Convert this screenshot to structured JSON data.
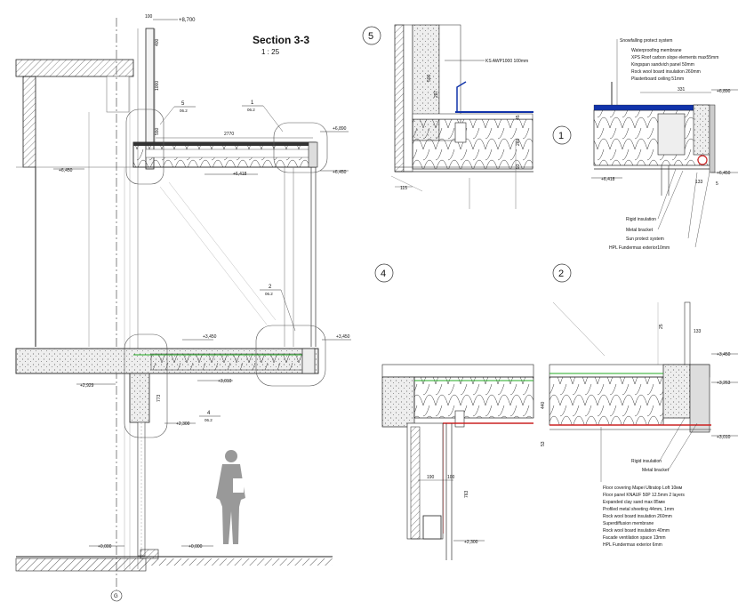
{
  "drawing": {
    "title": "Section 3-3",
    "scale": "1 : 25"
  },
  "levels": {
    "top": "+8,700",
    "roof_left": "+6,450",
    "roof_top": "+6,890",
    "roof_bottom_right": "+6,450",
    "roof_soffit": "+6,418",
    "floor_top": "+3,450",
    "floor_top_right": "+3,450",
    "floor_under": "+3,010",
    "floor_left": "+2,929",
    "lintel": "+2,300",
    "ground_left": "+0,000",
    "ground_mid": "+0,000"
  },
  "dims": {
    "d400": "400",
    "d100": "100",
    "d1000": "1000",
    "d550": "550",
    "d2770": "2770",
    "d773": "773"
  },
  "callouts": {
    "c1": {
      "num": "1",
      "ref": "06.2"
    },
    "c2": {
      "num": "2",
      "ref": "06.2"
    },
    "c4": {
      "num": "4",
      "ref": "06.2"
    },
    "c5": {
      "num": "5",
      "ref": "06.2"
    }
  },
  "grid": {
    "axis": "G"
  },
  "detail5": {
    "num": "5",
    "ks_label": "KS AWP1000 100mm",
    "d500": "500",
    "d297": "297",
    "d115": "115",
    "d45": "45",
    "d260": "260",
    "d93": "93"
  },
  "detail1": {
    "num": "1",
    "layers": [
      "Snowfalling protect system",
      "Waterproofing membrane",
      "XPS Roof carbon slope elements max55mm",
      "Kingspan sandvich panel 50mm",
      "Rock wool board insulation 260mm",
      "Plasterboard ceiling 51mm"
    ],
    "d331": "331",
    "d133": "133",
    "d5": "5",
    "lvl_top": "+6,890",
    "lvl_bottom": "+6,450",
    "lvl_soffit": "+6,418",
    "notes": [
      "Rigid insulation",
      "Metal bracket",
      "Sun protect system",
      "HPL Fundermax exterior10mm"
    ]
  },
  "detail4": {
    "num": "4",
    "d190": "190",
    "d100": "100",
    "d763": "763",
    "lvl": "+2,300"
  },
  "detail2": {
    "num": "2",
    "d25": "25",
    "d133": "133",
    "d440": "440",
    "d53": "53",
    "lvl_top": "+3,450",
    "lvl_mid": "+3,263",
    "lvl_bottom": "+3,010",
    "notes": [
      "Rigid insulation",
      "Metal bracket"
    ],
    "layers": [
      "Floor covering Mapei Ultratop Loft 10мм",
      "Floor panel KNAUF 50P 12.5mm 2 layers",
      "Expanded clay sand max 85мм",
      "Profiled metal sheeting 44mm, 1mm",
      "Rock wool board insulation 260mm",
      "Superdiffusion membrane",
      "Rock wool board insulation 40mm",
      "Facade ventilation space 13mm",
      "HPL Fundermax exterior  6mm"
    ]
  }
}
